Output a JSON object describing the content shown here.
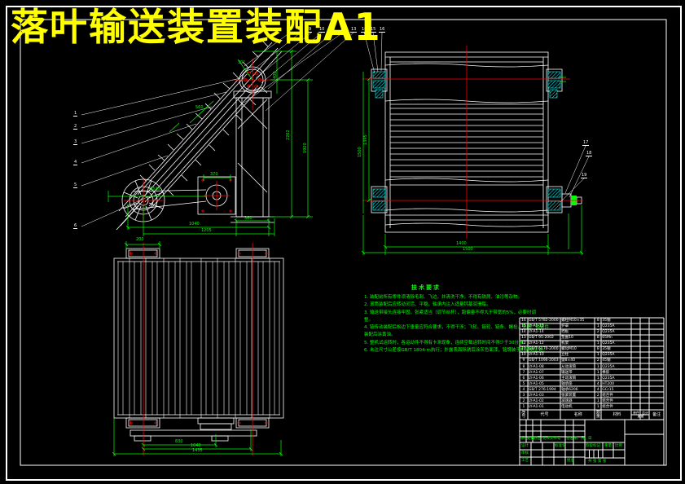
{
  "sheet": {
    "title": "落叶输送装置装配A1"
  },
  "colors": {
    "line": "#ffffff",
    "dimension": "#00ff00",
    "centerline": "#ff0000",
    "hatch": "#00ffff",
    "title": "#ffff00",
    "background": "#000000"
  },
  "tech_requirements": {
    "title": "技术要求",
    "lines": [
      "1. 装配前所有零件须清除毛刺、飞边，并清洗干净，不得有铁屑、油污等杂物。",
      "2. 滚筒装配后应转动灵活、平稳，轴承内注入适量钙基润滑脂。",
      "3. 输送带接头连接牢固，张紧适当（调节丝杆），跑偏量不得大于带宽的5%，必要时调",
      "    整。",
      "4. 链传动装配后松边下垂量应符合要求，不得干涉；飞轮、链轮、链条、螺栓、垫圈、锁紧件",
      "    装配后涂黄油。",
      "5. 整机试运转时，各运动件不得有卡滞现象，连续空载运转时间不得少于30分钟。",
      "6. 未注尺寸公差按GB/T 1804-m执行；外露表面除锈后涂灰色面漆，铭牌装于机架明显处。"
    ]
  },
  "bom": {
    "header": {
      "no": "序号",
      "code": "代号",
      "name": "名称",
      "qty": "数量",
      "material": "材料",
      "unit": "单件",
      "total": "总计",
      "weight": "重量",
      "remark": "备注"
    },
    "rows": [
      {
        "no": "16",
        "code": "GB/T 5782-2000",
        "name": "螺栓M10×35",
        "qty": "8",
        "material": "35钢"
      },
      {
        "no": "15",
        "code": "LY-A1-15",
        "name": "护罩",
        "qty": "1",
        "material": "Q235A"
      },
      {
        "no": "14",
        "code": "LY-A1-14",
        "name": "挡板",
        "qty": "2",
        "material": "Q235A"
      },
      {
        "no": "13",
        "code": "GB/T 95-2002",
        "name": "垫圈10",
        "qty": "8",
        "material": "65Mn"
      },
      {
        "no": "12",
        "code": "LY-A1-12",
        "name": "机架",
        "qty": "1",
        "material": "Q235A"
      },
      {
        "no": "11",
        "code": "GB/T 6170-2000",
        "name": "螺母M10",
        "qty": "8",
        "material": "35钢"
      },
      {
        "no": "10",
        "code": "LY-A1-10",
        "name": "立柱",
        "qty": "1",
        "material": "Q235A"
      },
      {
        "no": "9",
        "code": "GB/T 1096-2003",
        "name": "键8×40",
        "qty": "2",
        "material": "45钢"
      },
      {
        "no": "8",
        "code": "LY-A1-08",
        "name": "从动滚筒",
        "qty": "1",
        "material": "Q235A"
      },
      {
        "no": "7",
        "code": "LY-A1-07",
        "name": "输送带",
        "qty": "1",
        "material": "橡胶"
      },
      {
        "no": "6",
        "code": "LY-A1-06",
        "name": "主动滚筒",
        "qty": "1",
        "material": "Q235A"
      },
      {
        "no": "5",
        "code": "LY-A1-05",
        "name": "轴承座",
        "qty": "4",
        "material": "HT200"
      },
      {
        "no": "4",
        "code": "GB/T 276-1994",
        "name": "轴承6206",
        "qty": "4",
        "material": "GCr15"
      },
      {
        "no": "3",
        "code": "LY-A1-03",
        "name": "张紧装置",
        "qty": "2",
        "material": "组合件"
      },
      {
        "no": "2",
        "code": "LY-A1-02",
        "name": "减速器",
        "qty": "1",
        "material": "组合件"
      },
      {
        "no": "1",
        "code": "LY-A1-01",
        "name": "电动机",
        "qty": "1",
        "material": "组合件"
      }
    ]
  },
  "title_block": {
    "mark": "标记",
    "count": "处数",
    "zone": "分区",
    "doc_no": "更改文件号",
    "sign": "签名",
    "date": "年、月、日",
    "design": "设计",
    "standard": "标准化",
    "check": "审核",
    "process": "工艺",
    "approve": "批准",
    "stage": "阶段标记",
    "weight": "重量",
    "scale": "比例",
    "sheets": "共 张 第 张"
  },
  "callouts": {
    "left": [
      "1",
      "2",
      "3",
      "4",
      "5",
      "6"
    ],
    "top": [
      "7",
      "8",
      "9",
      "10",
      "11",
      "12",
      "13",
      "14",
      "15",
      "16"
    ],
    "right": [
      "17",
      "18",
      "19"
    ]
  },
  "dims": {
    "s1": "2262",
    "s2": "1920",
    "s3": "400",
    "s4": "360",
    "s5": "1040",
    "s6": "1205",
    "s7": "Ø325",
    "s8": "370",
    "s9": "560",
    "s10": "30°",
    "f1": "1395",
    "f2": "1500",
    "f3": "1400",
    "f4": "1500",
    "p1": "200",
    "p2": "830",
    "p3": "1040",
    "p4": "1435"
  }
}
